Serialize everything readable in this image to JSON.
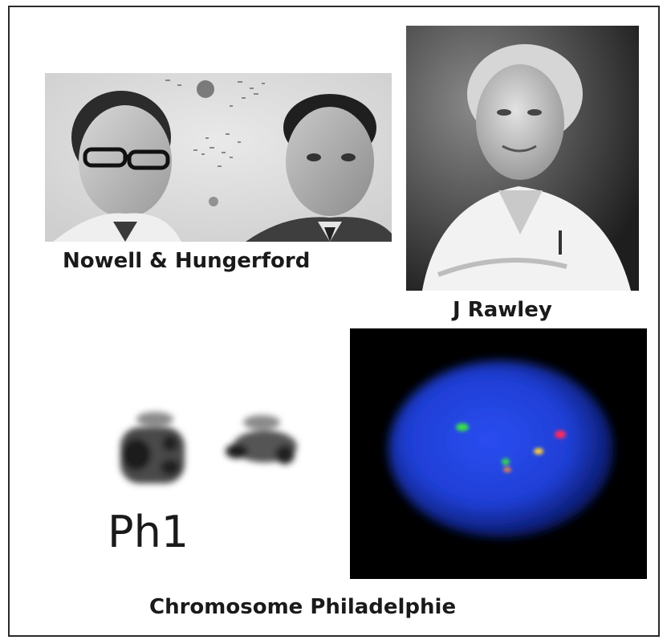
{
  "captions": {
    "nowell_hungerford": "Nowell & Hungerford",
    "rawley": "J Rawley",
    "ph1": "Ph1",
    "chromosome": "Chromosome Philadelphie"
  },
  "colors": {
    "border": "#2a2a2a",
    "fish_background": "#000000",
    "nucleus_blue": "#1f3fd6",
    "probe_green": "#39e04a",
    "probe_red": "#ff2a5c",
    "probe_yellow": "#ffd23a"
  }
}
